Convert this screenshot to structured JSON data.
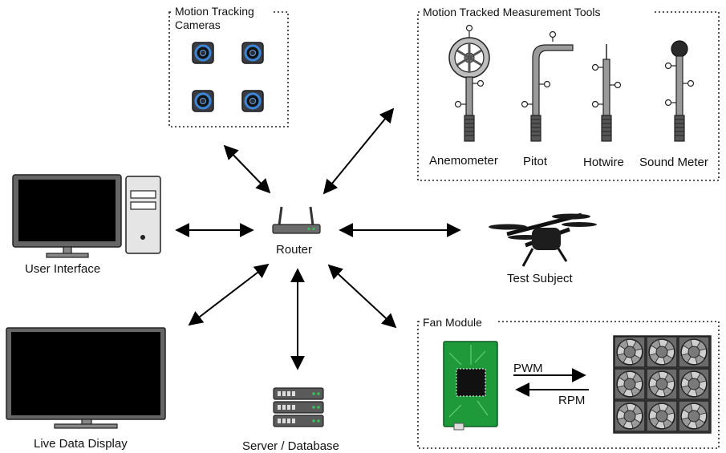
{
  "labels": {
    "cameras_group": [
      "Motion Tracking",
      "Cameras"
    ],
    "tools_group": "Motion Tracked Measurement Tools",
    "fan_group": "Fan Module",
    "anemometer": "Anemometer",
    "pitot": "Pitot",
    "hotwire": "Hotwire",
    "sound_meter": "Sound Meter",
    "user_interface": "User Interface",
    "router": "Router",
    "test_subject": "Test Subject",
    "live_display": "Live Data Display",
    "server": "Server / Database",
    "pwm": "PWM",
    "rpm": "RPM"
  },
  "colors": {
    "camera_ring": "#3b86d6",
    "pcb_green": "#1f9a3a",
    "tool_gray": "#9a9a9a",
    "led_green": "#3bbf5a",
    "screen_black": "#000000"
  }
}
